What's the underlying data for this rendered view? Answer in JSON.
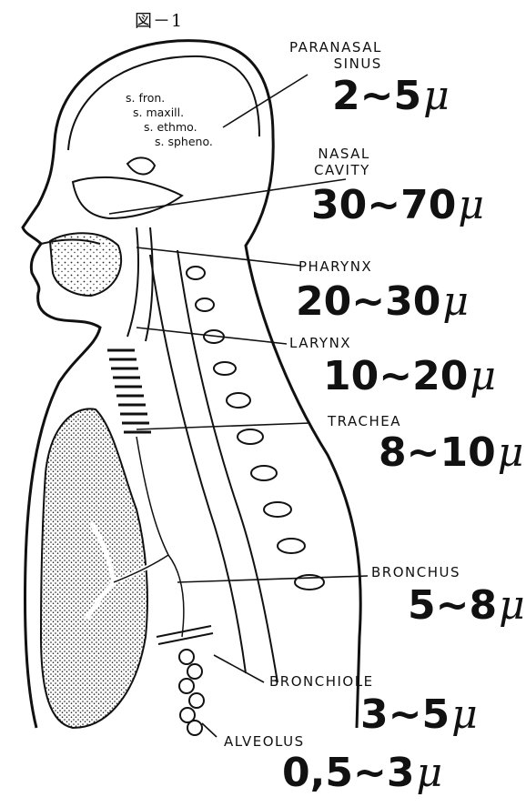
{
  "figure_title": "図－1",
  "sinus_list": [
    "s. fron.",
    "s. maxill.",
    "s. ethmo.",
    "s. spheno."
  ],
  "mu_symbol": "μ",
  "regions": [
    {
      "name": "PARANASAL\nSINUS",
      "size": "2~5"
    },
    {
      "name": "NASAL\nCAVITY",
      "size": "30~70"
    },
    {
      "name": "PHARYNX",
      "size": "20~30"
    },
    {
      "name": "LARYNX",
      "size": "10~20"
    },
    {
      "name": "TRACHEA",
      "size": "8~10"
    },
    {
      "name": "BRONCHUS",
      "size": "5~8"
    },
    {
      "name": "BRONCHIOLE",
      "size": "3~5"
    },
    {
      "name": "ALVEOLUS",
      "size": "0,5~3"
    }
  ]
}
